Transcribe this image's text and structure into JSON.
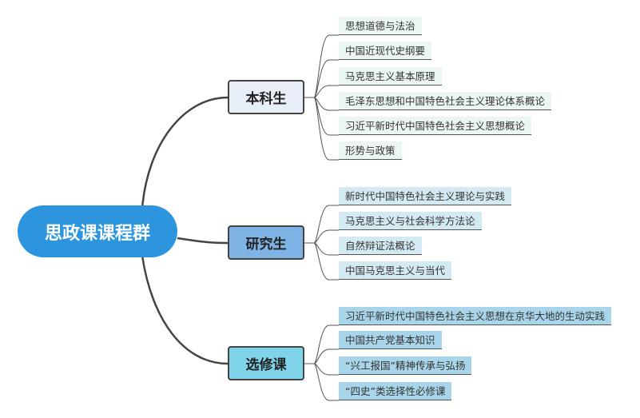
{
  "root": {
    "label": "思政课课程群",
    "color": "#2d95dd"
  },
  "branches": [
    {
      "label": "本科生",
      "color": "#e8eef8",
      "leaf_color": "#eaf6ef",
      "leaves": [
        "思想道德与法治",
        "中国近现代史纲要",
        "马克思主义基本原理",
        "毛泽东思想和中国特色社会主义理论体系概论",
        "习近平新时代中国特色社会主义思想概论",
        "形势与政策"
      ]
    },
    {
      "label": "研究生",
      "color": "#7fb3e6",
      "leaf_color": "#d3eaf3",
      "leaves": [
        "新时代中国特色社会主义理论与实践",
        "马克思主义与社会科学方法论",
        "自然辩证法概论",
        "中国马克思主义与当代"
      ]
    },
    {
      "label": "选修课",
      "color": "#80d4ea",
      "leaf_color": "#a9d5ea",
      "leaves": [
        "习近平新时代中国特色社会主义思想在京华大地的生动实践",
        "中国共产党基本知识",
        "“兴工报国”精神传承与弘扬",
        "“四史”类选择性必修课"
      ]
    }
  ]
}
